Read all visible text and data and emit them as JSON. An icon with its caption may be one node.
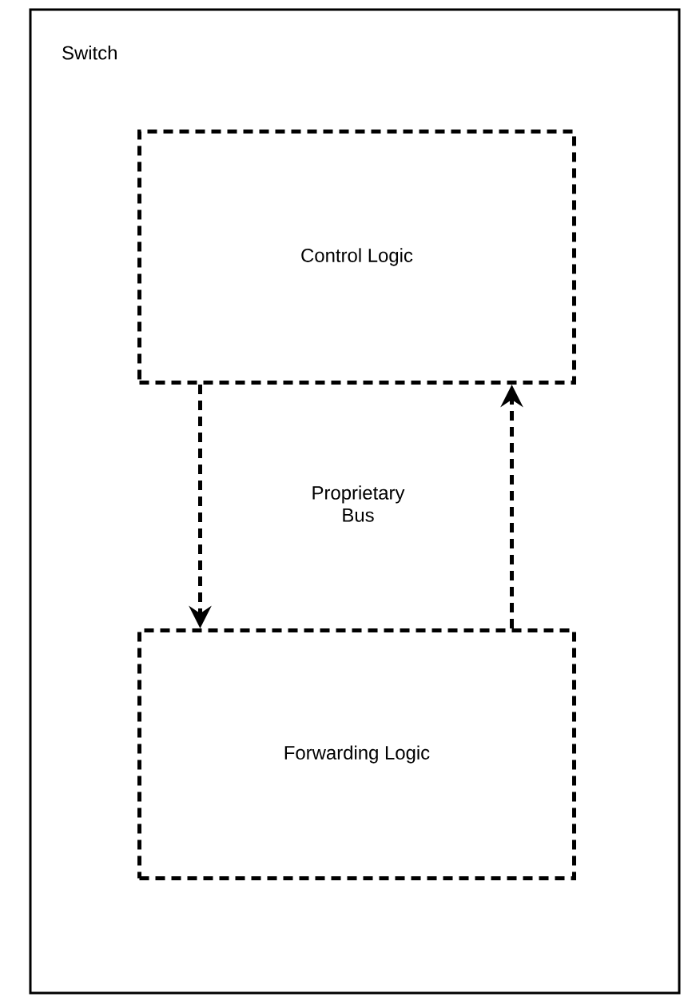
{
  "diagram": {
    "nodes": [
      {
        "text": [
          "Switch"
        ]
      },
      {
        "text": [
          "Control Logic"
        ],
        "in": 0
      },
      {
        "text": [
          "Forwarding Logic"
        ],
        "in": 0
      }
    ],
    "edges": [
      {
        "from": 1,
        "to": 2,
        "arrow": "to",
        "style": "dashed"
      },
      {
        "from": 2,
        "to": 1,
        "arrow": "to",
        "style": "dashed"
      }
    ],
    "labels": [
      "Proprietary Bus"
    ]
  }
}
